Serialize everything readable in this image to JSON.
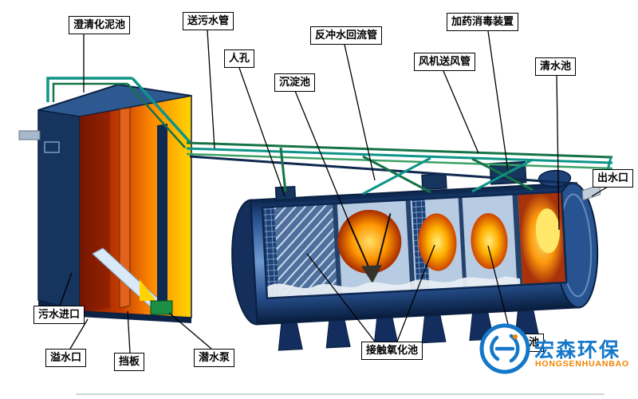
{
  "labels": {
    "clarified_sludge_tank": "澄清化泥池",
    "sewage_delivery_pipe": "送污水管",
    "manhole": "人孔",
    "sedimentation_tank": "沉淀池",
    "backwash_return_pipe": "反冲水回流管",
    "fan_air_supply_pipe": "风机送风管",
    "dosing_disinfection_device": "加药消毒装置",
    "clean_water_tank": "清水池",
    "water_outlet": "出水口",
    "sewage_inlet": "污水进口",
    "overflow_port": "溢水口",
    "baffle": "挡板",
    "submersible_pump": "潜水泵",
    "contact_oxidation_tank": "接触氧化池",
    "anaerobic_tank": "厌氧化池"
  },
  "logo": {
    "brand_cn": "宏森环保",
    "brand_en": "HONGSENHUANBAO"
  },
  "colors": {
    "tank_navy": "#16355e",
    "interior_orange": "#ff8a00",
    "interior_yellow": "#ffd400",
    "pipe_green": "#157347",
    "pipe_teal": "#0e9488",
    "label_border": "#000000",
    "logo_blue": "#1577c8",
    "logo_orange": "#f08300",
    "background": "#ffffff"
  }
}
